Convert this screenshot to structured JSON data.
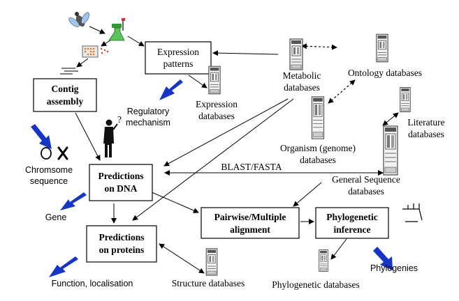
{
  "boxes": {
    "expression_patterns": [
      "Expression",
      "patterns"
    ],
    "contig_assembly": [
      "Contig",
      "assembly"
    ],
    "predictions_dna": [
      "Predictions",
      "on DNA"
    ],
    "predictions_proteins": [
      "Predictions",
      "on proteins"
    ],
    "pairwise_alignment": [
      "Pairwise/Multiple",
      "alignment"
    ],
    "phylogenetic_inference": [
      "Phylogenetic",
      "inference"
    ]
  },
  "databases": {
    "metabolic": [
      "Metabolic",
      "databases"
    ],
    "ontology": "Ontology databases",
    "expression": [
      "Expression",
      "databases"
    ],
    "literature": [
      "Literature",
      "databases"
    ],
    "organism": [
      "Organism (genome)",
      "databases"
    ],
    "general_sequence": [
      "General Sequence",
      "databases"
    ],
    "structure": "Structure databases",
    "phylogenetic": "Phylogenetic databases"
  },
  "labels": {
    "regulatory": [
      "Regulatory",
      "mechanism"
    ],
    "chromosome": [
      "Chromsome",
      "sequence"
    ],
    "blast": "BLAST/FASTA",
    "gene": "Gene",
    "function": "Function, localisation",
    "phylogenies": "Phylogenies",
    "question_mark": "?"
  },
  "icons": [
    "fly-icon",
    "lab-flask-icon",
    "microarray-icon",
    "reads-icon",
    "person-icon",
    "chromosome-icon",
    "tree-icon",
    "database-tower-icon"
  ],
  "colors": {
    "arrow_blue": "#1535c8",
    "flask_green": "#2aa02a",
    "microarray_orange": "#e07a20"
  }
}
